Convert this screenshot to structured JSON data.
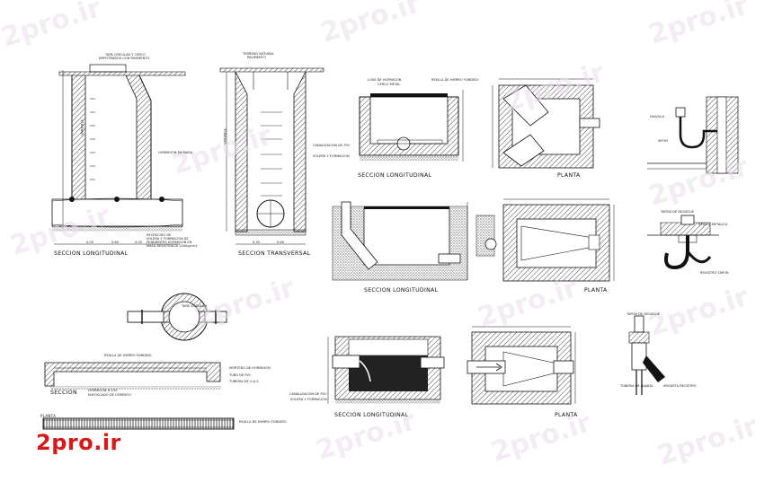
{
  "watermark": "2pro.ir",
  "logo": "2pro.ir",
  "colors": {
    "ink": "#111111",
    "hatch": "#1a1a1a",
    "logo": "#d71919",
    "watermark": "#e7dfe9"
  },
  "titles": {
    "t1": "SECCION LONGITUDINAL",
    "t2": "SECCION TRANSVERSAL",
    "t3": "SECCION LONGITUDINAL",
    "t4": "PLANTA",
    "t5": "SECCION LONGITUDINAL",
    "t6": "PLANTA",
    "t7": "SECCION",
    "t8": "SECCION LONGITUDINAL",
    "t9": "PLANTA",
    "t10": "PLANTA"
  },
  "notes": {
    "n1": "TAPA CIRCULAR Y CERCO",
    "n2": "EMPOTRADOS CON PAVIMENTO",
    "n3": "HORMIGON EN MASA",
    "n4": "RECRECIDO DE",
    "n5": "SOLERA Y FORMACION DE",
    "n6": "PENDIENTES HORMIGON EN",
    "n7": "MASA RESISTENCIA 150Kg/cm2",
    "n8": "TERRENO NATURAL",
    "n9": "PAVIMENTO",
    "n10": "VARIABLE",
    "n11": "LOSA DE HORMIGON",
    "n12": "CERCO METAL",
    "n13": "REJILLA DE HIERRO FUNDIDO",
    "n14": "CANALIZACION DE PVC",
    "n15": "SOLERA Y FORMACION",
    "n16": "TAPA CIRCULAR",
    "n17": "MORTERO DE HORMIGON",
    "n18": "TUBO DE PVC",
    "n19": "TUBERIA DE U.A.S.",
    "n20": "HORMIGON H-150",
    "n21": "ENFOSCADO DE CEMENTO",
    "n22": "VALVULA",
    "n23": "SIFON",
    "n24": "TAPON DE DESAGUE",
    "n25": "REJILLA METALICA",
    "n26": "REGISTRO TAPON",
    "n27": "TUBERIA DE BAJADA",
    "n28": "ARQUETA REGISTRO"
  },
  "dims": [
    "0.05",
    "0.60",
    "0.05",
    "0.35",
    "0.60"
  ]
}
